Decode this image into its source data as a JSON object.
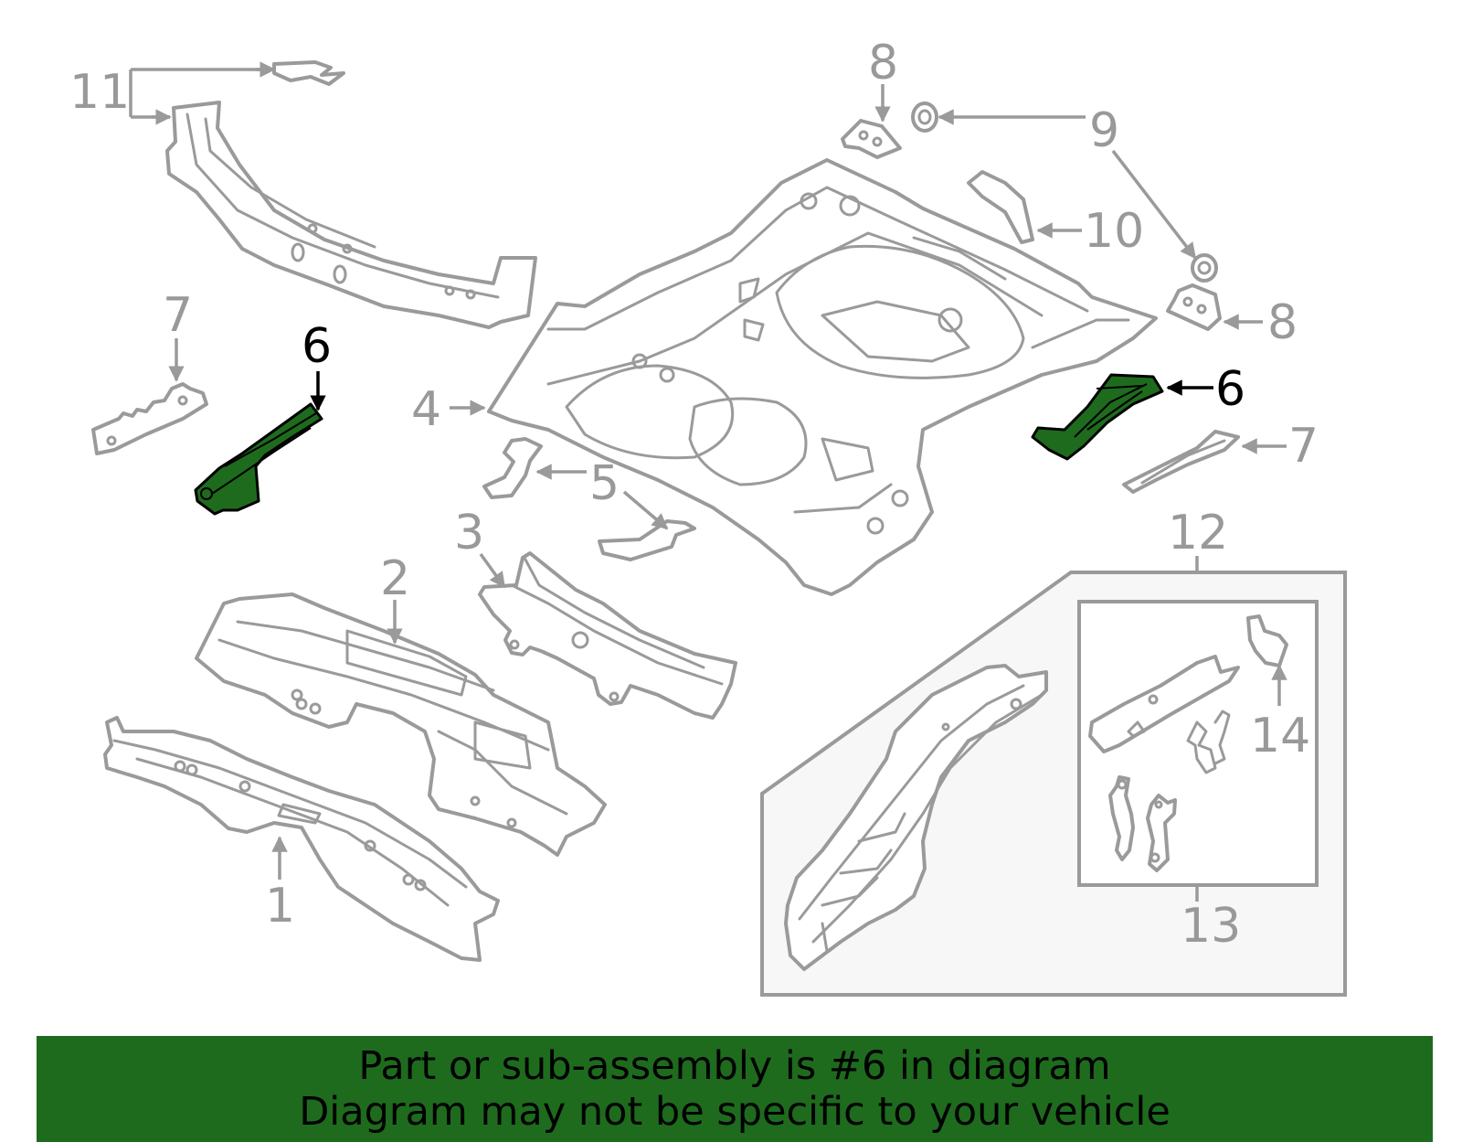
{
  "diagram": {
    "highlight_color": "#1e6b1e",
    "callouts": [
      {
        "id": "c11",
        "label": "11",
        "highlighted": false
      },
      {
        "id": "c8a",
        "label": "8",
        "highlighted": false
      },
      {
        "id": "c9",
        "label": "9",
        "highlighted": false
      },
      {
        "id": "c10",
        "label": "10",
        "highlighted": false
      },
      {
        "id": "c8b",
        "label": "8",
        "highlighted": false
      },
      {
        "id": "c7a",
        "label": "7",
        "highlighted": false
      },
      {
        "id": "c6a",
        "label": "6",
        "highlighted": true
      },
      {
        "id": "c6b",
        "label": "6",
        "highlighted": true
      },
      {
        "id": "c7b",
        "label": "7",
        "highlighted": false
      },
      {
        "id": "c4",
        "label": "4",
        "highlighted": false
      },
      {
        "id": "c5",
        "label": "5",
        "highlighted": false
      },
      {
        "id": "c3",
        "label": "3",
        "highlighted": false
      },
      {
        "id": "c2",
        "label": "2",
        "highlighted": false
      },
      {
        "id": "c1",
        "label": "1",
        "highlighted": false
      },
      {
        "id": "c12",
        "label": "12",
        "highlighted": false
      },
      {
        "id": "c13",
        "label": "13",
        "highlighted": false
      },
      {
        "id": "c14",
        "label": "14",
        "highlighted": false
      }
    ]
  },
  "banner": {
    "line1": "Part or sub-assembly is #6 in diagram",
    "line2": "Diagram may not be specific to your vehicle",
    "background": "#1e6b1e"
  }
}
